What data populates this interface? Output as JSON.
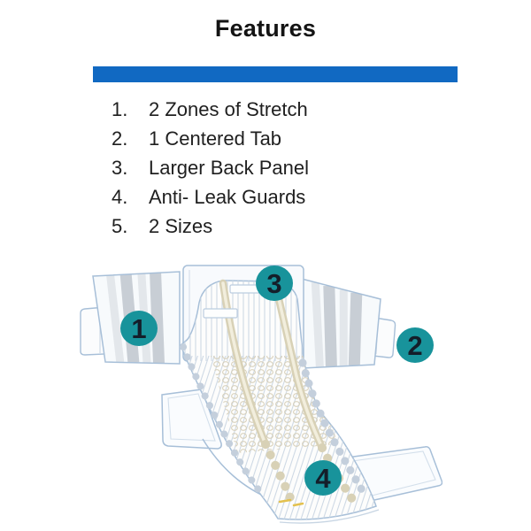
{
  "header": {
    "title": "Features"
  },
  "features_list": {
    "items": [
      {
        "number": "1.",
        "label": "2 Zones of Stretch"
      },
      {
        "number": "2.",
        "label": "1 Centered Tab"
      },
      {
        "number": "3.",
        "label": "Larger Back Panel"
      },
      {
        "number": "4.",
        "label": "Anti- Leak Guards"
      },
      {
        "number": "5.",
        "label": "2 Sizes"
      }
    ]
  },
  "diagram": {
    "callouts": [
      {
        "label": "1"
      },
      {
        "label": "2"
      },
      {
        "label": "3"
      },
      {
        "label": "4"
      }
    ]
  },
  "colors": {
    "accent_bar": "#1169c2",
    "badge_fill": "#18939b",
    "badge_number": "#141e2a",
    "line_art": "#a7bfd8",
    "stretch_stripe": "#c8ced5",
    "leg_gather_beige": "#d6cfb4"
  }
}
